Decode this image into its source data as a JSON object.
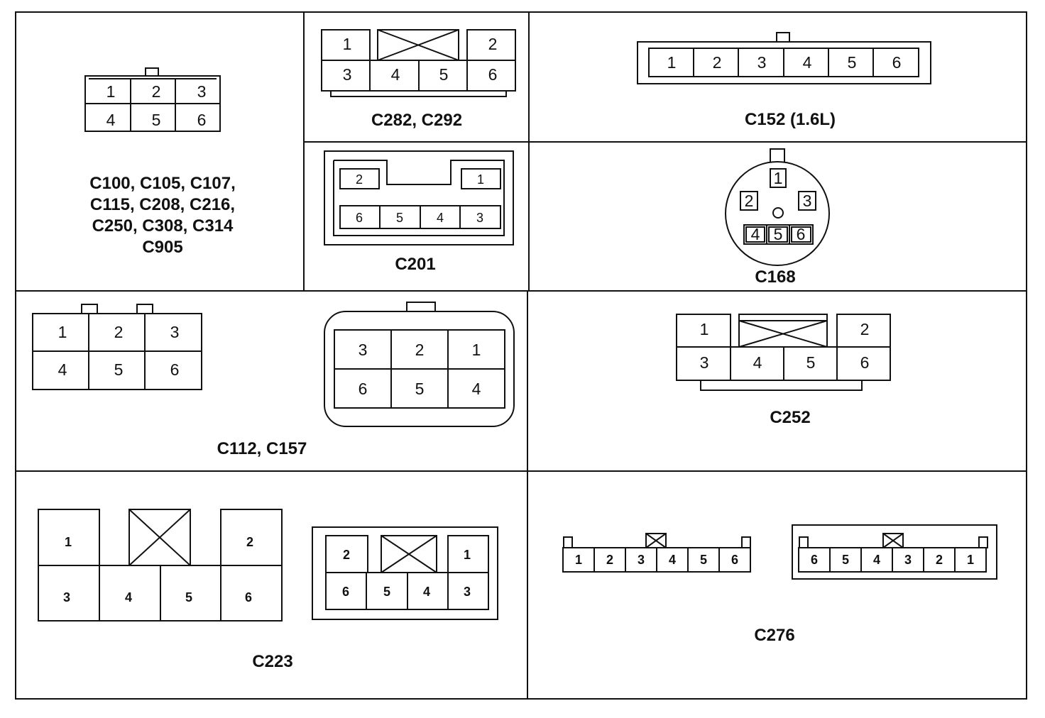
{
  "connectors": {
    "c100_group": {
      "lines": [
        "C100, C105, C107,",
        "C115, C208, C216,",
        "C250, C308, C314",
        "C905"
      ],
      "pins": [
        "1",
        "2",
        "3",
        "4",
        "5",
        "6"
      ]
    },
    "c282": {
      "label": "C282, C292",
      "pins": [
        "1",
        "2",
        "3",
        "4",
        "5",
        "6"
      ]
    },
    "c152": {
      "label": "C152 (1.6L)",
      "pins": [
        "1",
        "2",
        "3",
        "4",
        "5",
        "6"
      ]
    },
    "c201": {
      "label": "C201",
      "pins": [
        "2",
        "1",
        "6",
        "5",
        "4",
        "3"
      ]
    },
    "c168": {
      "label": "C168",
      "pins": [
        "1",
        "2",
        "3",
        "4",
        "5",
        "6"
      ]
    },
    "c112": {
      "label": "C112, C157",
      "left_pins": [
        "1",
        "2",
        "3",
        "4",
        "5",
        "6"
      ],
      "right_pins": [
        "3",
        "2",
        "1",
        "6",
        "5",
        "4"
      ]
    },
    "c252": {
      "label": "C252",
      "pins": [
        "1",
        "2",
        "3",
        "4",
        "5",
        "6"
      ]
    },
    "c223": {
      "label": "C223",
      "left_pins": [
        "1",
        "2",
        "3",
        "4",
        "5",
        "6"
      ],
      "right_pins": [
        "2",
        "1",
        "6",
        "5",
        "4",
        "3"
      ]
    },
    "c276": {
      "label": "C276",
      "left_pins": [
        "1",
        "2",
        "3",
        "4",
        "5",
        "6"
      ],
      "right_pins": [
        "6",
        "5",
        "4",
        "3",
        "2",
        "1"
      ]
    }
  }
}
